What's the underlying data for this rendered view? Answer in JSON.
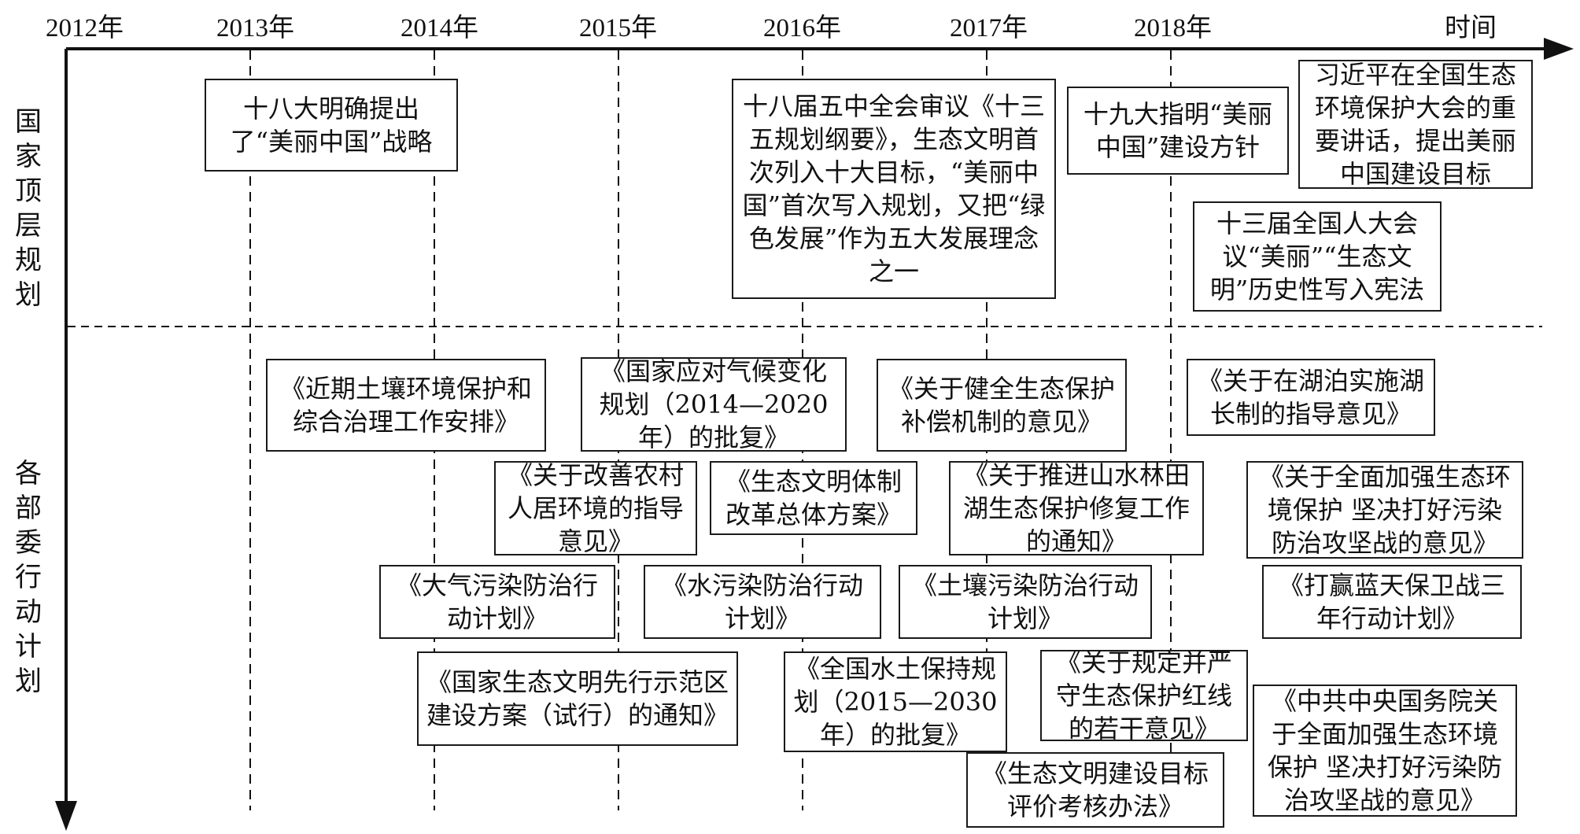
{
  "axis": {
    "years": [
      "2012年",
      "2013年",
      "2014年",
      "2015年",
      "2016年",
      "2017年",
      "2018年"
    ],
    "time_label": "时间"
  },
  "rows": {
    "top_label": "国家顶层规划",
    "bottom_label": "各部委行动计划"
  },
  "top_events": [
    "十八大明确提出了“美丽中国”战略",
    "十八届五中全会审议《十三五规划纲要》，生态文明首次列入十大目标，“美丽中国”首次写入规划，又把“绿色发展”作为五大发展理念之一",
    "十九大指明“美丽中国”建设方针",
    "习近平在全国生态环境保护大会的重要讲话，提出美丽中国建设目标",
    "十三届全国人大会议“美丽”“生态文明”历史性写入宪法"
  ],
  "bottom_events": [
    "《近期土壤环境保护和综合治理工作安排》",
    "《国家应对气候变化规划（2014—2020年）的批复》",
    "《关于健全生态保护补偿机制的意见》",
    "《关于在湖泊实施湖长制的指导意见》",
    "《关于改善农村人居环境的指导意见》",
    "《生态文明体制改革总体方案》",
    "《关于推进山水林田湖生态保护修复工作的通知》",
    "《关于全面加强生态环境保护 坚决打好污染防治攻坚战的意见》",
    "《大气污染防治行动计划》",
    "《水污染防治行动计划》",
    "《土壤污染防治行动计划》",
    "《打赢蓝天保卫战三年行动计划》",
    "《国家生态文明先行示范区建设方案（试行）的通知》",
    "《全国水土保持规划（2015—2030年）的批复》",
    "《关于规定并严守生态保护红线的若干意见》",
    "《中共中央国务院关于全面加强生态环境保护 坚决打好污染防治攻坚战的意见》",
    "《生态文明建设目标评价考核办法》"
  ]
}
